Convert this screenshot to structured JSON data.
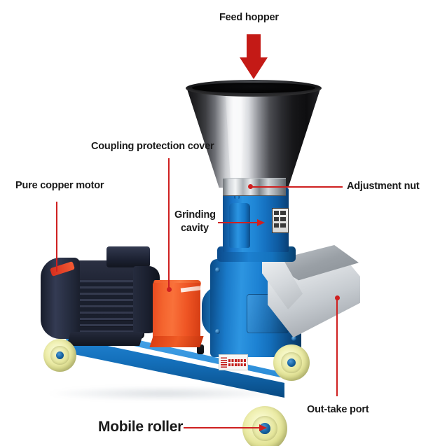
{
  "diagram": {
    "title": "Pellet mill labelled parts diagram",
    "background_color": "#ffffff",
    "callout_color": "#cf2020",
    "feed_arrow_color": "#c41a16",
    "labels": [
      {
        "id": "feed_hopper",
        "text": "Feed hopper",
        "size": "normal"
      },
      {
        "id": "coupling",
        "text": "Coupling protection cover",
        "size": "normal"
      },
      {
        "id": "motor",
        "text": "Pure copper motor",
        "size": "normal"
      },
      {
        "id": "adjustment",
        "text": "Adjustment nut",
        "size": "normal"
      },
      {
        "id": "grinding_1",
        "text": "Grinding",
        "size": "normal"
      },
      {
        "id": "grinding_2",
        "text": "cavity",
        "size": "normal"
      },
      {
        "id": "outtake",
        "text": "Out-take port",
        "size": "normal"
      },
      {
        "id": "mobile_roller",
        "text": "Mobile roller",
        "size": "big"
      }
    ]
  },
  "machine": {
    "colors": {
      "body_blue": "#1d82d3",
      "base_blue": "#1470bb",
      "coupling_orange": "#f4642e",
      "motor_dark": "#1a1f2d",
      "hopper_black": "#141416",
      "chute_silver": "#c6cbd0",
      "wheel_cream": "#ebeba6",
      "wheel_hub_blue": "#14619f"
    },
    "parts": [
      "feed-hopper",
      "chrome-collar",
      "adjustment-nut",
      "grinding-cavity",
      "gearbox",
      "coupling-protection-cover",
      "pure-copper-motor",
      "out-take-port",
      "base-rail",
      "mobile-roller-front",
      "mobile-roller-rear",
      "mobile-roller-mid"
    ]
  }
}
